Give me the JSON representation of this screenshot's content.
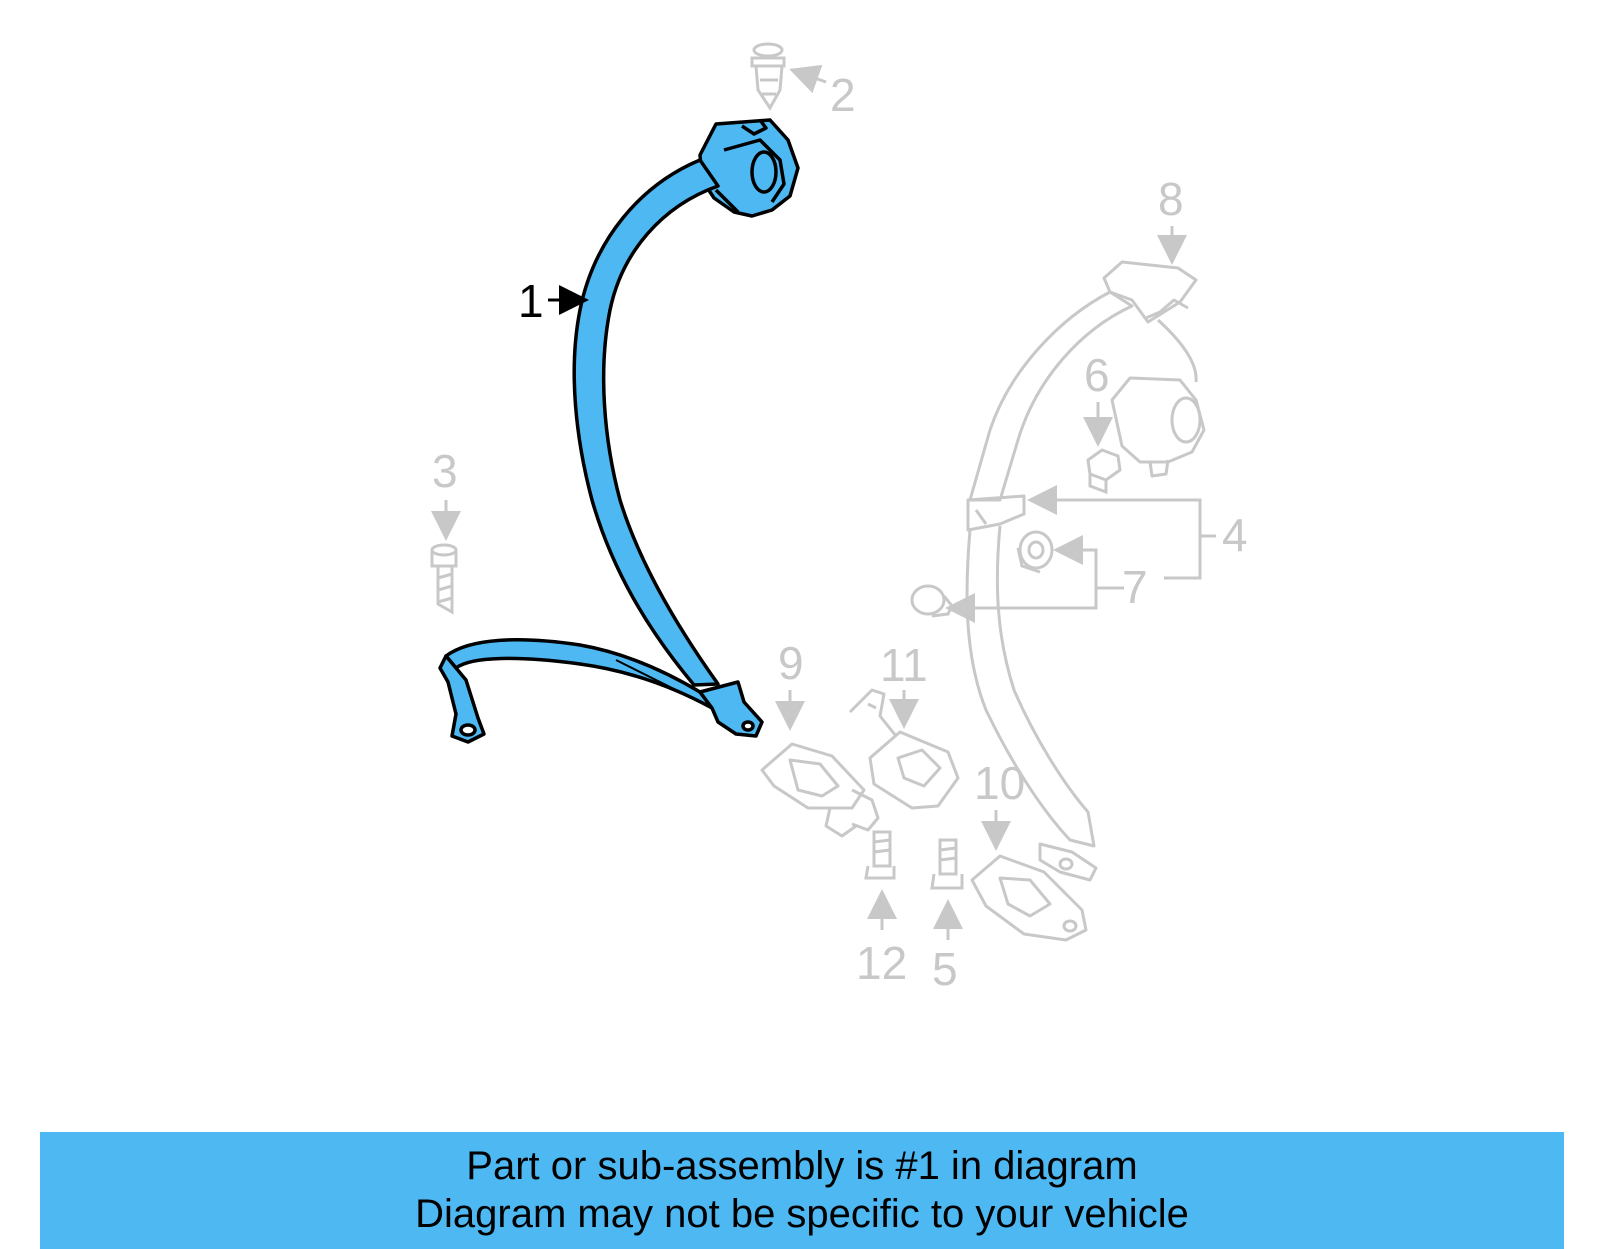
{
  "diagram": {
    "callouts": [
      {
        "id": "1",
        "text": "1",
        "active": true
      },
      {
        "id": "2",
        "text": "2"
      },
      {
        "id": "3",
        "text": "3"
      },
      {
        "id": "4",
        "text": "4"
      },
      {
        "id": "5",
        "text": "5"
      },
      {
        "id": "6",
        "text": "6"
      },
      {
        "id": "7",
        "text": "7"
      },
      {
        "id": "8",
        "text": "8"
      },
      {
        "id": "9",
        "text": "9"
      },
      {
        "id": "10",
        "text": "10"
      },
      {
        "id": "11",
        "text": "11"
      },
      {
        "id": "12",
        "text": "12"
      }
    ],
    "colors": {
      "highlight_fill": "#4db8f2",
      "highlight_stroke": "#000000",
      "ghost_stroke": "#c8c8c8",
      "banner_background": "#4db8f2"
    }
  },
  "banner": {
    "line1": "Part or sub-assembly is #1 in diagram",
    "line2": "Diagram may not be specific to your vehicle"
  }
}
